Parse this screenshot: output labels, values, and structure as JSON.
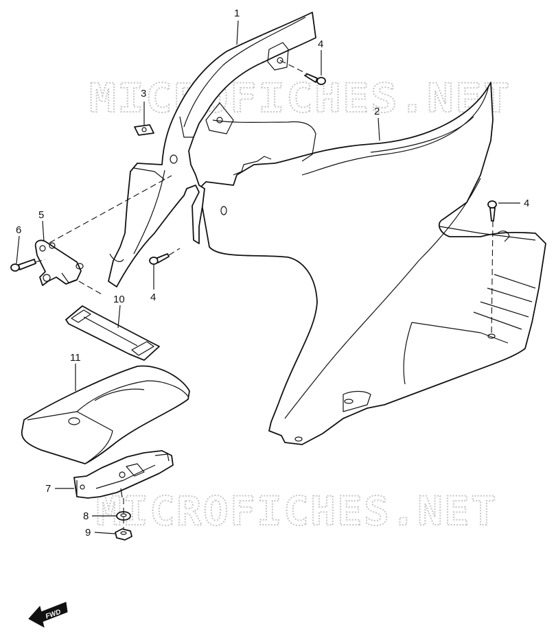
{
  "watermark": {
    "top_text": "MICROFICHES.NET",
    "bottom_text": "MICROFICHES.NET"
  },
  "callouts": [
    {
      "id": "c1",
      "label": "1"
    },
    {
      "id": "c2",
      "label": "2"
    },
    {
      "id": "c3",
      "label": "3"
    },
    {
      "id": "c4a",
      "label": "4"
    },
    {
      "id": "c4b",
      "label": "4"
    },
    {
      "id": "c4c",
      "label": "4"
    },
    {
      "id": "c5",
      "label": "5"
    },
    {
      "id": "c6",
      "label": "6"
    },
    {
      "id": "c7",
      "label": "7"
    },
    {
      "id": "c8",
      "label": "8"
    },
    {
      "id": "c9",
      "label": "9"
    },
    {
      "id": "c10",
      "label": "10"
    },
    {
      "id": "c11",
      "label": "11"
    }
  ],
  "fwd_badge": {
    "label": "FWD"
  },
  "colors": {
    "line": "#111111",
    "watermark": "#c8c8c8",
    "background": "#ffffff"
  }
}
